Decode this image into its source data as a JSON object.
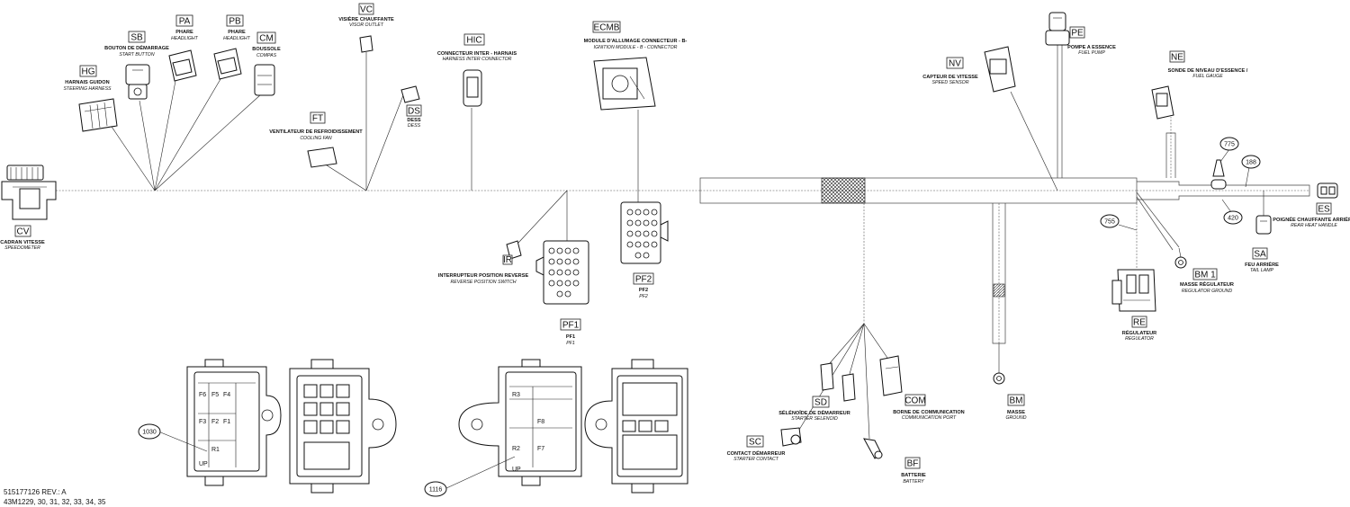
{
  "labels": {
    "CV": {
      "code": "CV",
      "fr": "CADRAN VITESSE",
      "en": "SPEEDOMETER"
    },
    "HG": {
      "code": "HG",
      "fr": "HARNAIS GUIDON",
      "en": "STEERING HARNESS"
    },
    "SB": {
      "code": "SB",
      "fr": "BOUTON DE DÉMARRAGE",
      "en": "START BUTTON"
    },
    "PA": {
      "code": "PA",
      "fr": "PHARE",
      "en": "HEADLIGHT"
    },
    "PB": {
      "code": "PB",
      "fr": "PHARE",
      "en": "HEADLIGHT"
    },
    "CM": {
      "code": "CM",
      "fr": "BOUSSOLE",
      "en": "COMPAS"
    },
    "VC": {
      "code": "VC",
      "fr": "VISIÈRE CHAUFFANTE",
      "en": "VISOR OUTLET"
    },
    "DS": {
      "code": "DS",
      "fr": "DESS",
      "en": "DESS"
    },
    "FT": {
      "code": "FT",
      "fr": "VENTILATEUR DE REFROIDISSEMENT",
      "en": "COOLING FAN"
    },
    "HIC": {
      "code": "HIC",
      "fr": "CONNECTEUR INTER - HARNAIS",
      "en": "HARNESS INTER CONNECTOR"
    },
    "ECMB": {
      "code": "ECMB",
      "fr": "MODULE D'ALLUMAGE CONNECTEUR - B-",
      "en": "IGNITION MODULE - B - CONNECTOR"
    },
    "IR": {
      "code": "IR",
      "fr": "INTERRUPTEUR POSITION REVERSE",
      "en": "REVERSE POSITION SWITCH"
    },
    "PF1": {
      "code": "PF1",
      "fr": "PF1",
      "en": "PF1"
    },
    "PF2": {
      "code": "PF2",
      "fr": "PF2",
      "en": "PF2"
    },
    "NV": {
      "code": "NV",
      "fr": "CAPTEUR DE VITESSE",
      "en": "SPEED SENSOR"
    },
    "PE": {
      "code": "PE",
      "fr": "POMPE A ESSENCE",
      "en": "FUEL PUMP"
    },
    "NE": {
      "code": "NE",
      "fr": "SONDE DE NIVEAU D'ESSENCE /",
      "en": "FUEL GAUGE"
    },
    "ES": {
      "code": "ES",
      "fr": "POIGNÉE CHAUFFANTE ARRIÈRE",
      "en": "REAR HEAT HANDLE"
    },
    "SA": {
      "code": "SA",
      "fr": "FEU ARRIÈRE",
      "en": "TAIL LAMP"
    },
    "BM1": {
      "code": "BM 1",
      "fr": "MASSE RÉGULATEUR",
      "en": "REGULATOR GROUND"
    },
    "RE": {
      "code": "RE",
      "fr": "RÉGULATEUR",
      "en": "REGULATOR"
    },
    "BM": {
      "code": "BM",
      "fr": "MASSE",
      "en": "GROUND"
    },
    "SD": {
      "code": "SD",
      "fr": "SÉLÉNOÏDE DE DÉMARREUR",
      "en": "STARTER SELENOID"
    },
    "COM": {
      "code": "COM",
      "fr": "BORNE DE COMMUNICATION",
      "en": "COMMUNICATION PORT"
    },
    "SC": {
      "code": "SC",
      "fr": "CONTACT DÉMARREUR",
      "en": "STARTER CONTACT"
    },
    "BF": {
      "code": "BF",
      "fr": "BATTERIE",
      "en": "BATTERY"
    }
  },
  "callouts": {
    "c775": "775",
    "c188": "188",
    "c420": "420",
    "c755": "755",
    "c1030": "1030",
    "c1116": "1116"
  },
  "fuse_box_1": {
    "cells": [
      "F6",
      "F5",
      "F4",
      "F3",
      "F2",
      "F1",
      "R1",
      "UP"
    ]
  },
  "fuse_box_2": {
    "cells": [
      "R3",
      "F8",
      "R2",
      "F7",
      "UP"
    ]
  },
  "footer": {
    "line1": "515177126 REV.: A",
    "line2": "43M1229, 30, 31, 32, 33, 34, 35"
  },
  "colors": {
    "line": "#444444",
    "ink": "#111111",
    "background": "#ffffff"
  }
}
